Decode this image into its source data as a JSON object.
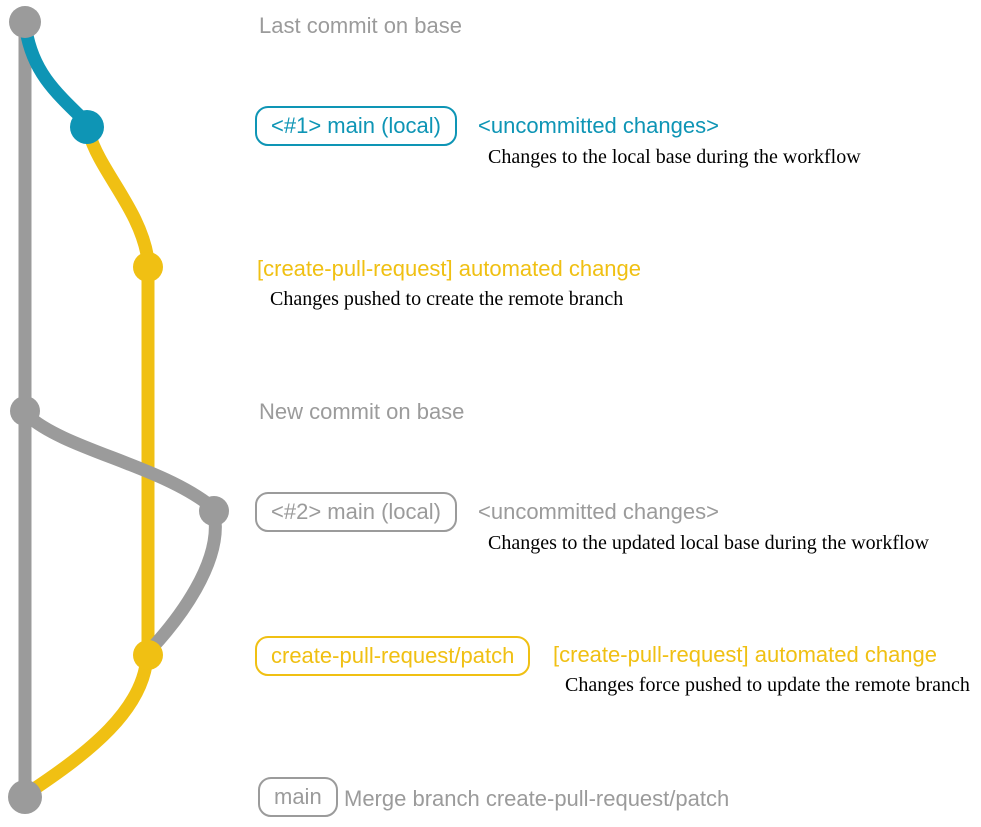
{
  "colors": {
    "gray": "#9B9B9B",
    "teal": "#0E95B5",
    "yellow": "#F0C013",
    "text-black": "#000000",
    "background": "#FFFFFF"
  },
  "annotations": {
    "last_commit": {
      "title": "Last commit on base"
    },
    "commit_main_local_1": {
      "badge": "<#1> main (local)",
      "heading": "<uncommitted changes>",
      "description": "Changes to the local base during the workflow"
    },
    "commit_automated_1": {
      "heading": "[create-pull-request] automated change",
      "description": "Changes pushed to create the remote branch"
    },
    "new_commit": {
      "title": "New commit on base"
    },
    "commit_main_local_2": {
      "badge": "<#2> main (local)",
      "heading": "<uncommitted changes>",
      "description": "Changes to the updated local base during the workflow"
    },
    "commit_automated_2": {
      "badge": "create-pull-request/patch",
      "heading": "[create-pull-request] automated change",
      "description": "Changes force pushed to update the remote branch"
    },
    "merge_commit": {
      "badge": "main",
      "title": "Merge branch create-pull-request/patch"
    }
  },
  "graph": {
    "branches": [
      {
        "name": "base",
        "color_key": "gray"
      },
      {
        "name": "main (local)",
        "color_key": "teal"
      },
      {
        "name": "create-pull-request/patch",
        "color_key": "yellow"
      }
    ],
    "nodes": [
      {
        "id": "last-commit-on-base",
        "color_key": "gray"
      },
      {
        "id": "main-local-1",
        "color_key": "teal"
      },
      {
        "id": "automated-change-1",
        "color_key": "yellow"
      },
      {
        "id": "new-commit-on-base",
        "color_key": "gray"
      },
      {
        "id": "main-local-2",
        "color_key": "gray"
      },
      {
        "id": "automated-change-2",
        "color_key": "yellow"
      },
      {
        "id": "merge-commit",
        "color_key": "gray"
      }
    ]
  }
}
